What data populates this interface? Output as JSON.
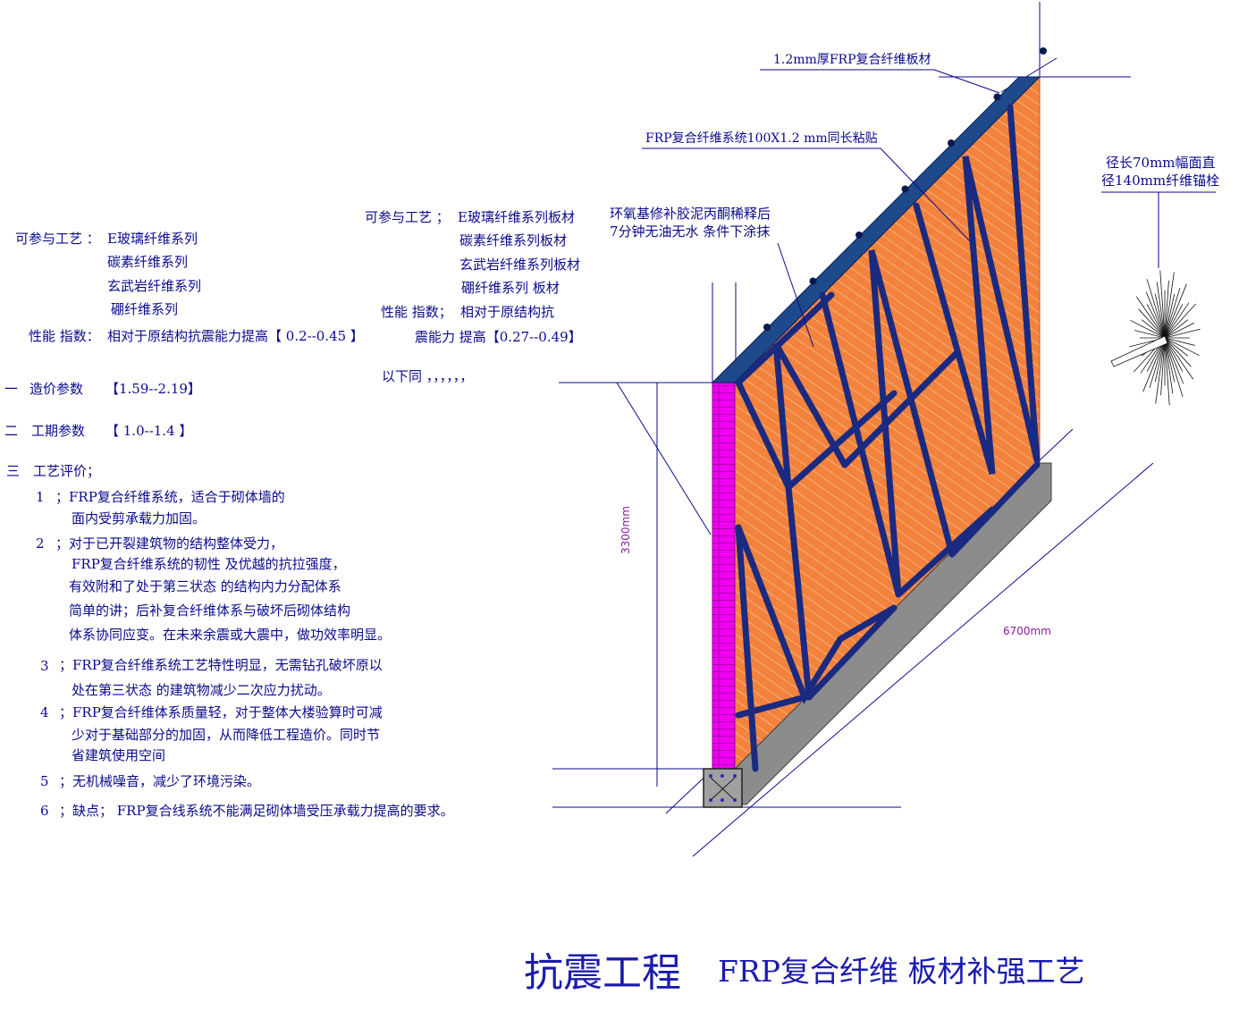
{
  "left_panel": {
    "alt_process_label": "可参与工艺 ：",
    "alt_process_items": [
      "E玻璃纤维系列",
      "碳素纤维系列",
      "玄武岩纤维系列",
      "硼纤维系列"
    ],
    "performance_label": "性能 指数：",
    "performance_value": "相对于原结构抗震能力提高【 0.2--0.45 】",
    "cost_index": "一",
    "cost_label": "造价参数",
    "cost_value": "【1.59--2.19】",
    "period_index": "二",
    "period_label": "工期参数",
    "period_value": "【 1.0--1.4 】",
    "eval_index": "三",
    "eval_label": "工艺评价；",
    "eval_items": [
      {
        "num": "1",
        "lines": [
          "；FRP复合纤维系统，适合于砌体墙的",
          "面内受剪承载力加固。"
        ]
      },
      {
        "num": "2",
        "lines": [
          "；对于已开裂建筑物的结构整体受力，",
          "FRP复合纤维系统的韧性 及优越的抗拉强度，",
          "有效附和了处于第三状态 的结构内力分配体系",
          "简单的讲；后补复合纤维体系与破坏后砌体结构",
          "体系协同应变。在未来余震或大震中，做功效率明显。"
        ]
      },
      {
        "num": "3",
        "lines": [
          "；FRP复合纤维系统工艺特性明显，无需钻孔破坏原以",
          "处在第三状态 的建筑物减少二次应力扰动。"
        ]
      },
      {
        "num": "4",
        "lines": [
          "；FRP复合纤维体系质量轻，对于整体大楼验算时可减",
          "少对于基础部分的加固，从而降低工程造价。同时节",
          "省建筑使用空间"
        ]
      },
      {
        "num": "5",
        "lines": [
          "；无机械噪音，减少了环境污染。"
        ]
      },
      {
        "num": "6",
        "lines": [
          "；缺点；    FRP复合线系统不能满足砌体墙受压承载力提高的要求。"
        ]
      }
    ]
  },
  "middle_panel": {
    "alt_process_label": "可参与工艺 ；",
    "alt_process_items": [
      "E玻璃纤维系列板材",
      "碳素纤维系列板材",
      "玄武岩纤维系列板材",
      "硼纤维系列 板材"
    ],
    "performance_label": "性能 指数；",
    "performance_line1": "相对于原结构抗",
    "performance_line2": "震能力 提高【0.27--0.49】",
    "below": "以下同 ，，，，，，"
  },
  "annotations": {
    "plate_thickness": "1.2mm厚FRP复合纤维板材",
    "strip_system": "FRP复合纤维系统100X1.2 mm同长粘贴",
    "epoxy_line1": "环氧基修补胶泥丙酮稀释后",
    "epoxy_line2": "7分钟无油无水 条件下涂抹",
    "anchor_line1": "径长70mm幅面直",
    "anchor_line2": "径140mm纤维锚栓",
    "height_dim": "3300mm",
    "length_dim": "6700mm"
  },
  "title": {
    "main": "抗震工程",
    "sub": "FRP复合纤维 板材补强工艺"
  },
  "colors": {
    "wall": "#f2823c",
    "strip": "#1a2a80",
    "cap": "#1e4a8c",
    "wall_edge": "#ff00ff",
    "base": "#8c8c8c",
    "line": "#0a0a8c"
  }
}
